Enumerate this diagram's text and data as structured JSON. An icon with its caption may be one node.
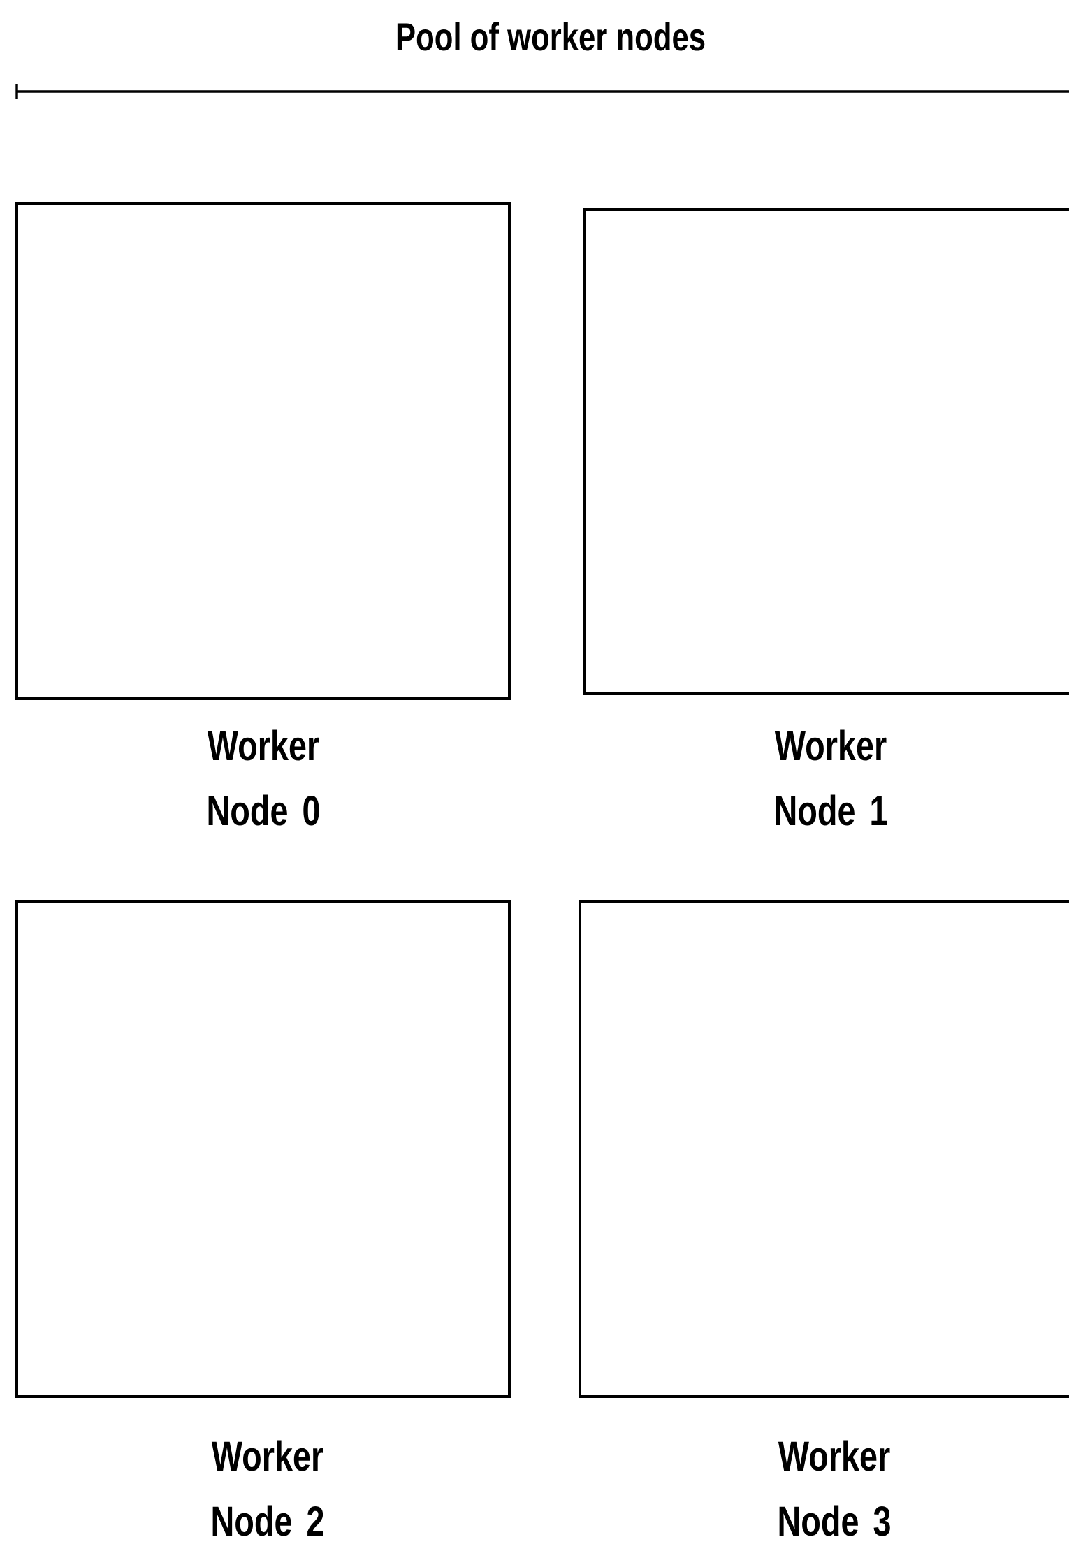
{
  "diagram": {
    "title": "Pool of worker nodes",
    "nodes": [
      {
        "text": [
          "Worker Node 0"
        ]
      },
      {
        "text": [
          "Worker Node 1"
        ]
      },
      {
        "text": [
          "Worker Node 2"
        ]
      },
      {
        "text": [
          "Worker Node 3"
        ]
      }
    ]
  }
}
